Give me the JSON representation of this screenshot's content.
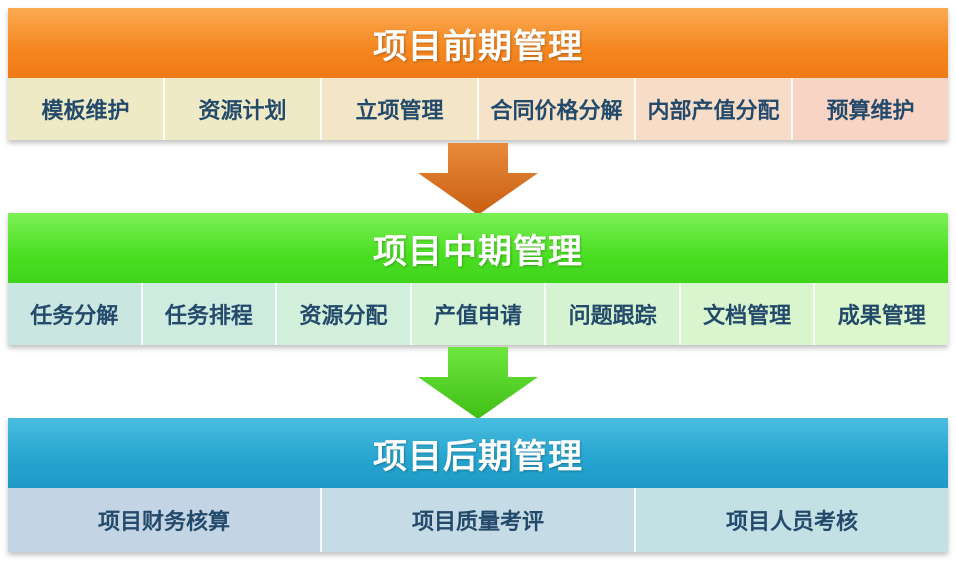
{
  "phases": [
    {
      "title": "项目前期管理",
      "color": "#f5861f",
      "items": [
        "模板维护",
        "资源计划",
        "立项管理",
        "合同价格分解",
        "内部产值分配",
        "预算维护"
      ]
    },
    {
      "title": "项目中期管理",
      "color": "#4bdf22",
      "items": [
        "任务分解",
        "任务排程",
        "资源分配",
        "产值申请",
        "问题跟踪",
        "文档管理",
        "成果管理"
      ]
    },
    {
      "title": "项目后期管理",
      "color": "#25a4cf",
      "items": [
        "项目财务核算",
        "项目质量考评",
        "项目人员考核"
      ]
    }
  ],
  "arrows": [
    {
      "icon": "down-arrow-icon",
      "color": "#e0701a"
    },
    {
      "icon": "down-arrow-icon",
      "color": "#4bd71f"
    }
  ]
}
